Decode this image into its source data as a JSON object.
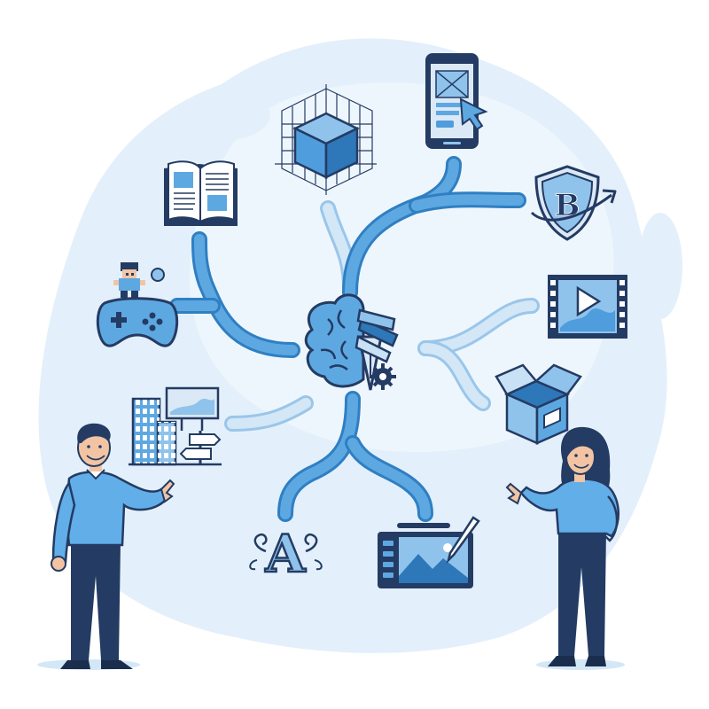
{
  "colors": {
    "background": "#ffffff",
    "blob": "#e3f0fb",
    "blob_light": "#eef6fd",
    "tube": "#4f9ddc",
    "tube_light": "#d3e7f6",
    "accent": "#5ea8e2",
    "dark": "#243b63",
    "skin": "#f3c4a3",
    "shirt": "#62aee8"
  },
  "center": {
    "icon": "brain-pen-gear-icon"
  },
  "branches": [
    {
      "id": "3d-modeling",
      "icon": "cube-3d-icon"
    },
    {
      "id": "ui-design",
      "icon": "mobile-ui-icon"
    },
    {
      "id": "branding",
      "icon": "brand-shield-icon",
      "letter": "B"
    },
    {
      "id": "editorial",
      "icon": "open-book-icon"
    },
    {
      "id": "game-design",
      "icon": "gamepad-icon"
    },
    {
      "id": "video",
      "icon": "film-play-icon"
    },
    {
      "id": "packaging",
      "icon": "package-box-icon"
    },
    {
      "id": "environmental",
      "icon": "city-billboard-icon"
    },
    {
      "id": "typography",
      "icon": "typography-icon",
      "letter": "A"
    },
    {
      "id": "digital-illustration",
      "icon": "drawing-tablet-icon"
    }
  ],
  "people": [
    {
      "id": "presenter-man",
      "icon": "man-pointing-icon"
    },
    {
      "id": "presenter-woman",
      "icon": "woman-pointing-icon"
    }
  ]
}
